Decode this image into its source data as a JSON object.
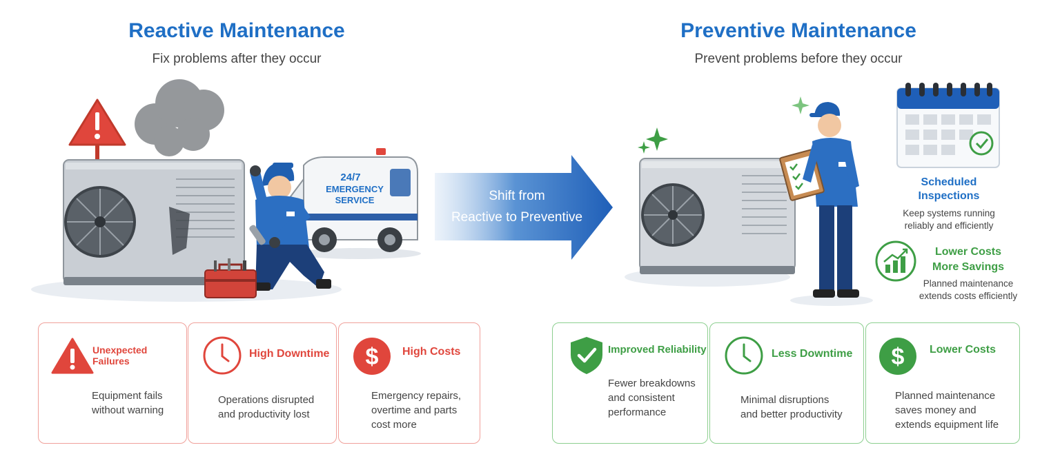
{
  "left": {
    "title": "Reactive Maintenance",
    "subtitle": "Fix problems after they occur",
    "van_text": {
      "line1": "24/7",
      "line2": "EMERGENCY",
      "line3": "SERVICE"
    }
  },
  "right": {
    "title": "Preventive Maintenance",
    "subtitle": "Prevent problems before they occur"
  },
  "arrow": {
    "line1": "Shift from",
    "line2": "Reactive to Preventive"
  },
  "side_panels": [
    {
      "title_line1": "Scheduled",
      "title_line2": "Inspections",
      "desc_line1": "Keep systems running",
      "desc_line2": "reliably and efficiently",
      "icon": "calendar-icon"
    },
    {
      "title_line1": "Lower Costs",
      "title_line2": "More Savings",
      "desc_line1": "Planned maintenance",
      "desc_line2": "extends costs efficiently",
      "icon": "savings-chart-icon"
    }
  ],
  "reactive_cards": [
    {
      "title": "Unexpected Failures",
      "desc_lines": [
        "Equipment fails",
        "without warning"
      ],
      "icon": "warning-icon"
    },
    {
      "title": "High Downtime",
      "desc_lines": [
        "Operations disrupted",
        "and productivity lost"
      ],
      "icon": "clock-icon"
    },
    {
      "title": "High Costs",
      "desc_lines": [
        "Emergency repairs,",
        "overtime and parts",
        "cost more"
      ],
      "icon": "dollar-icon"
    }
  ],
  "preventive_cards": [
    {
      "title": "Improved Reliability",
      "desc_lines": [
        "Fewer breakdowns",
        "and consistent",
        "performance"
      ],
      "icon": "shield-check-icon"
    },
    {
      "title": "Less Downtime",
      "desc_lines": [
        "Minimal disruptions",
        "and better productivity"
      ],
      "icon": "clock-icon"
    },
    {
      "title": "Lower Costs",
      "desc_lines": [
        "Planned maintenance",
        "saves money and",
        "extends equipment life"
      ],
      "icon": "dollar-icon"
    }
  ],
  "colors": {
    "blue": "#1f6fc5",
    "red": "#e0463c",
    "green": "#3e9e45"
  }
}
